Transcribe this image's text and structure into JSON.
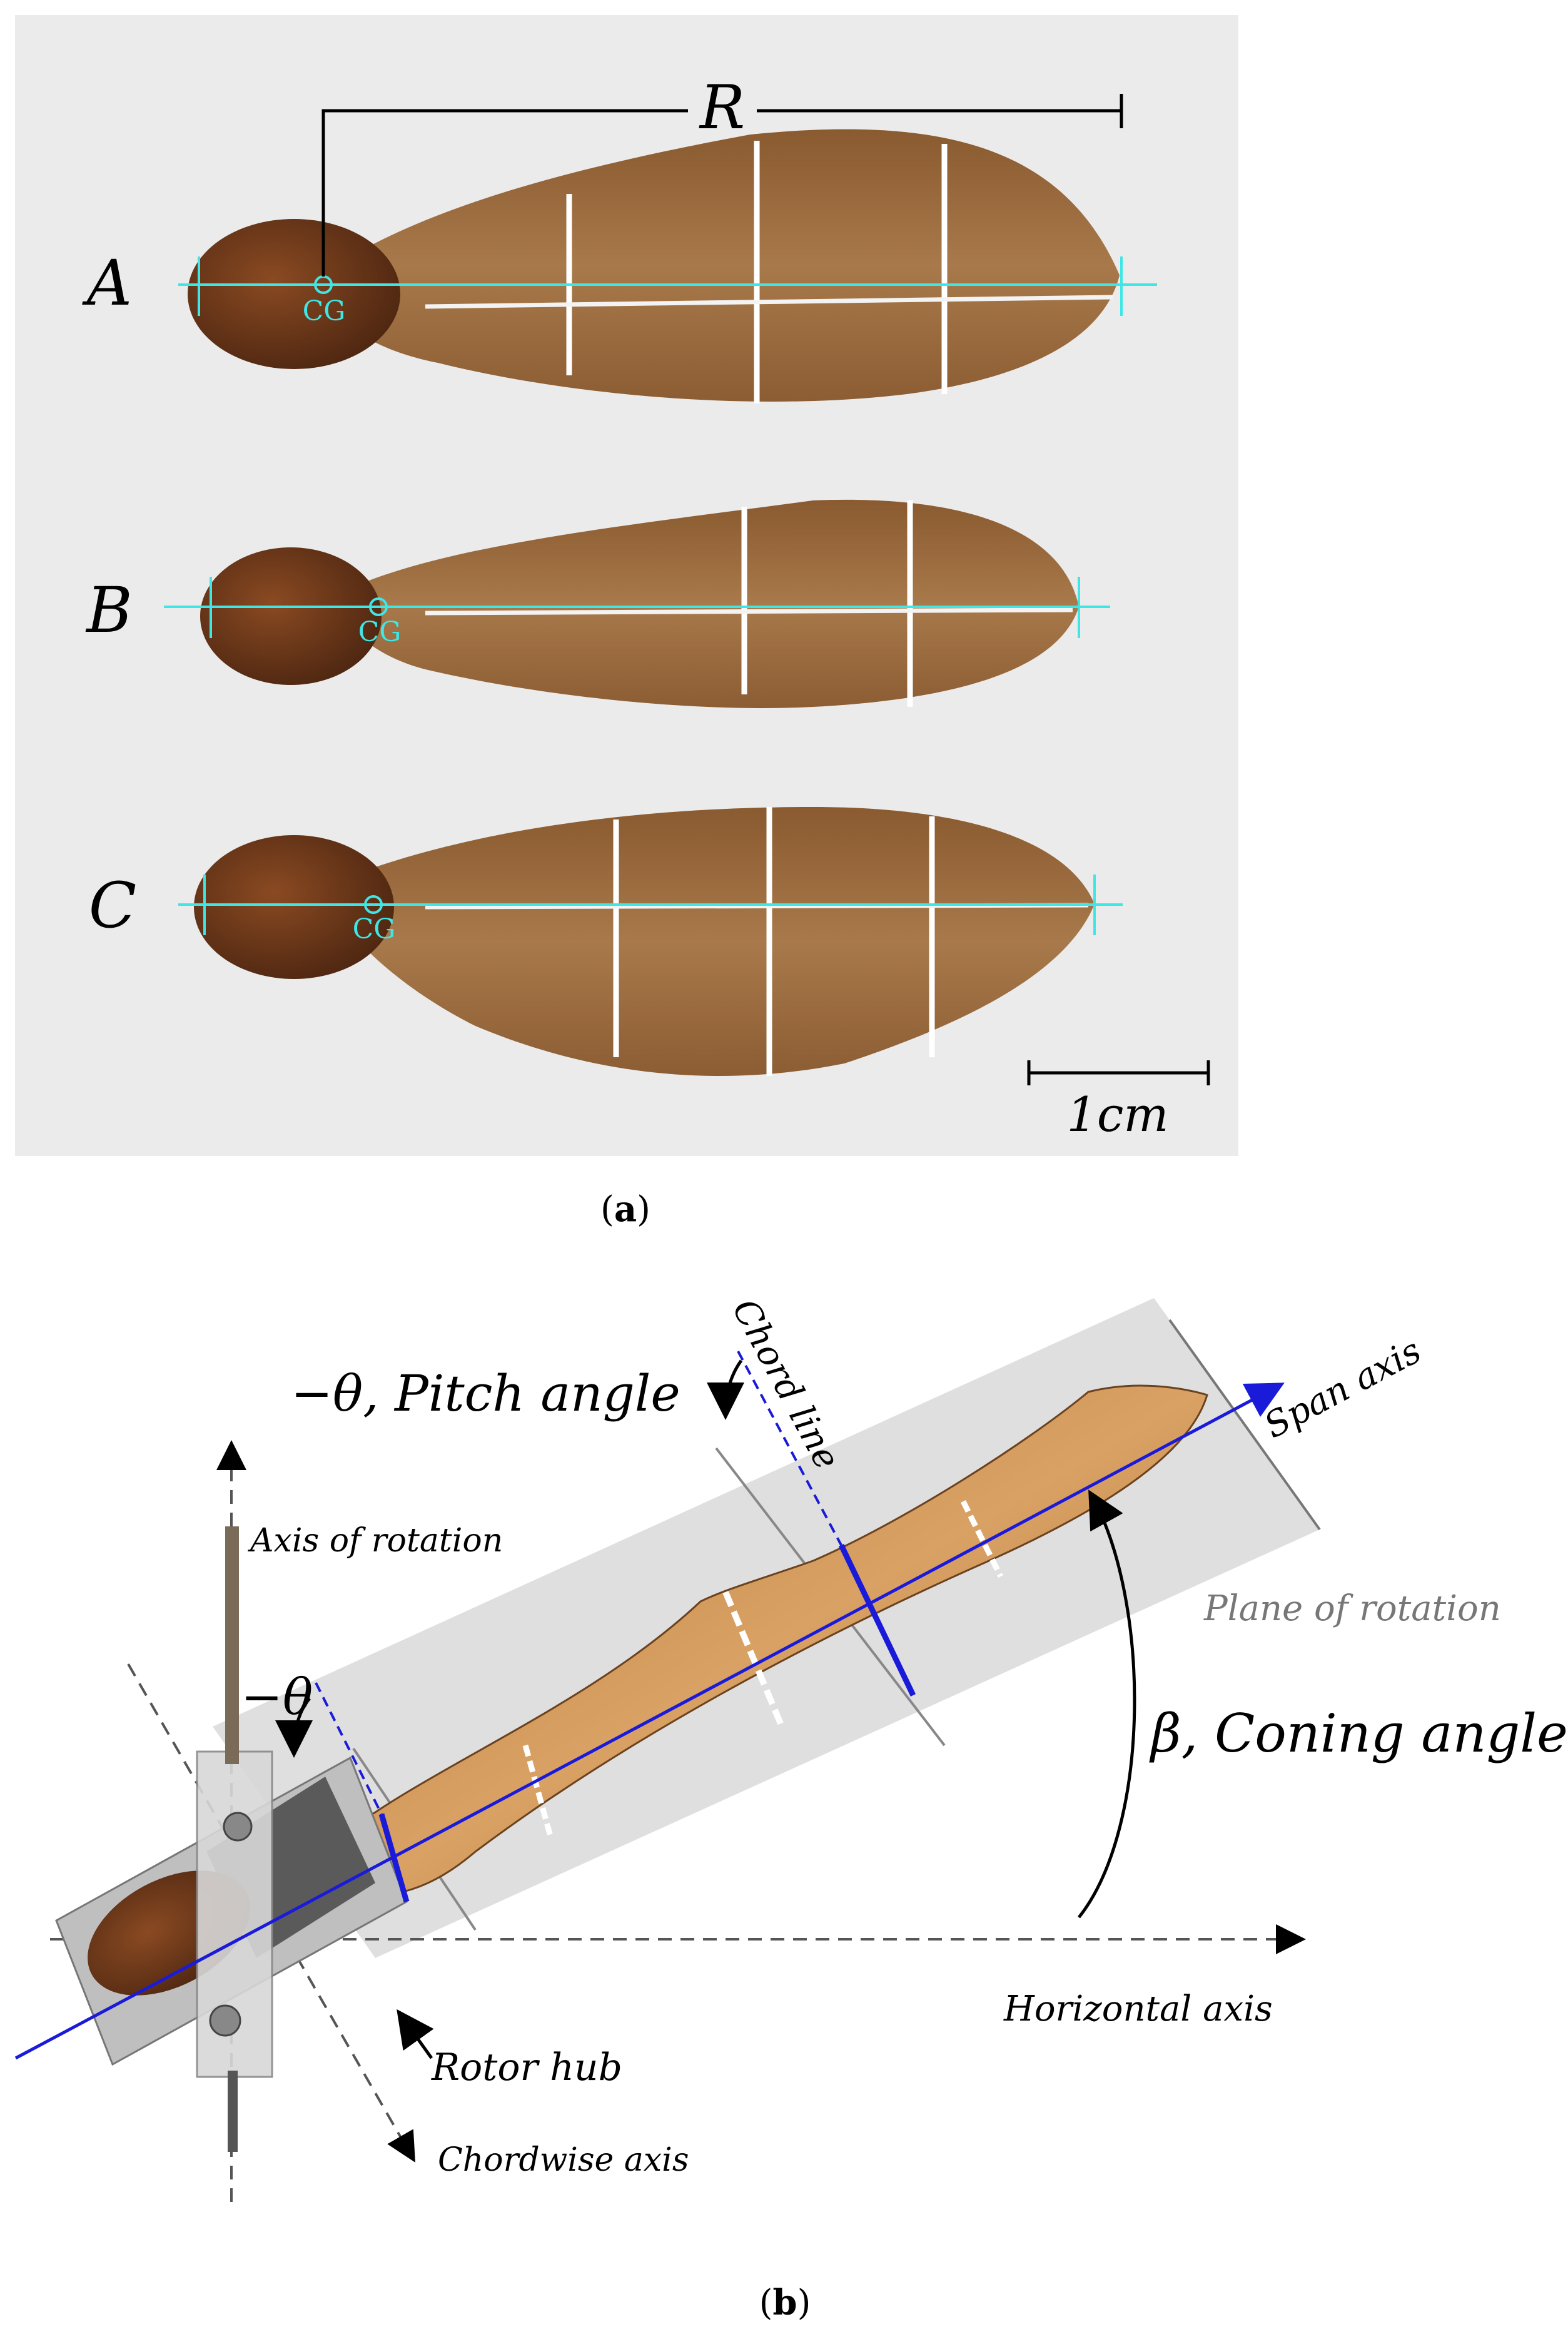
{
  "panel_a": {
    "caption_open": "(",
    "caption_letter": "a",
    "caption_close": ")",
    "samples": [
      {
        "label": "A",
        "cg": "CG"
      },
      {
        "label": "B",
        "cg": "CG"
      },
      {
        "label": "C",
        "cg": "CG"
      }
    ],
    "radius_label": "R",
    "scale_label": "1cm",
    "colors": {
      "background": "#ebebeb",
      "axis_line": "#3fe6e6",
      "seed_dark": "#6b3a1c",
      "wing": "#9a6a3c",
      "vein_mark": "#ffffff"
    }
  },
  "panel_b": {
    "caption_open": "(",
    "caption_letter": "b",
    "caption_close": ")",
    "labels": {
      "pitch_angle": "−θ, Pitch angle",
      "chord_line": "Chord line",
      "span_axis": "Span axis",
      "axis_of_rotation": "Axis of rotation",
      "plane_of_rotation": "Plane of rotation",
      "theta_small": "−θ",
      "coning_angle": "β, Coning angle",
      "horizontal_axis": "Horizontal axis",
      "rotor_hub": "Rotor hub",
      "chordwise_axis": "Chordwise axis"
    },
    "colors": {
      "plane": "#d9d9d9",
      "span_line": "#1a1ad9",
      "wing": "#c88a45",
      "hub": "#c9c9c9",
      "arrows": "#000000"
    }
  }
}
